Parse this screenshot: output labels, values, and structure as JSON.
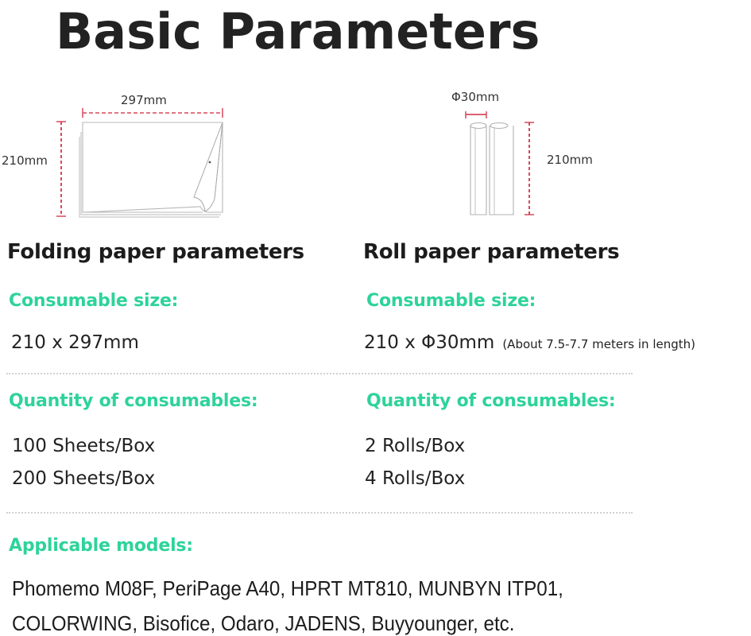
{
  "title": "Basic Parameters",
  "accent_color": "#2ed39a",
  "dimension_color": "#d9495a",
  "folding_illustration": {
    "icon": "folded-paper-stack-icon",
    "width_label": "297mm",
    "height_label": "210mm"
  },
  "roll_illustration": {
    "icon": "paper-rolls-icon",
    "diameter_label": "Φ30mm",
    "height_label": "210mm"
  },
  "folding": {
    "heading": "Folding paper parameters",
    "size_label": "Consumable size:",
    "size_value": "210 x 297mm",
    "quantity_label": "Quantity of consumables:",
    "quantities": [
      "100 Sheets/Box",
      "200 Sheets/Box"
    ]
  },
  "roll": {
    "heading": "Roll paper parameters",
    "size_label": "Consumable size:",
    "size_value": "210 x Φ30mm",
    "size_note": "(About 7.5-7.7 meters in length)",
    "quantity_label": "Quantity of consumables:",
    "quantities": [
      "2 Rolls/Box",
      "4 Rolls/Box"
    ]
  },
  "applicable": {
    "label": "Applicable models:",
    "lines": [
      "Phomemo M08F, PeriPage A40, HPRT MT810, MUNBYN ITP01,",
      "COLORWING,  Bisofice, Odaro, JADENS, Buyyounger, etc."
    ]
  }
}
